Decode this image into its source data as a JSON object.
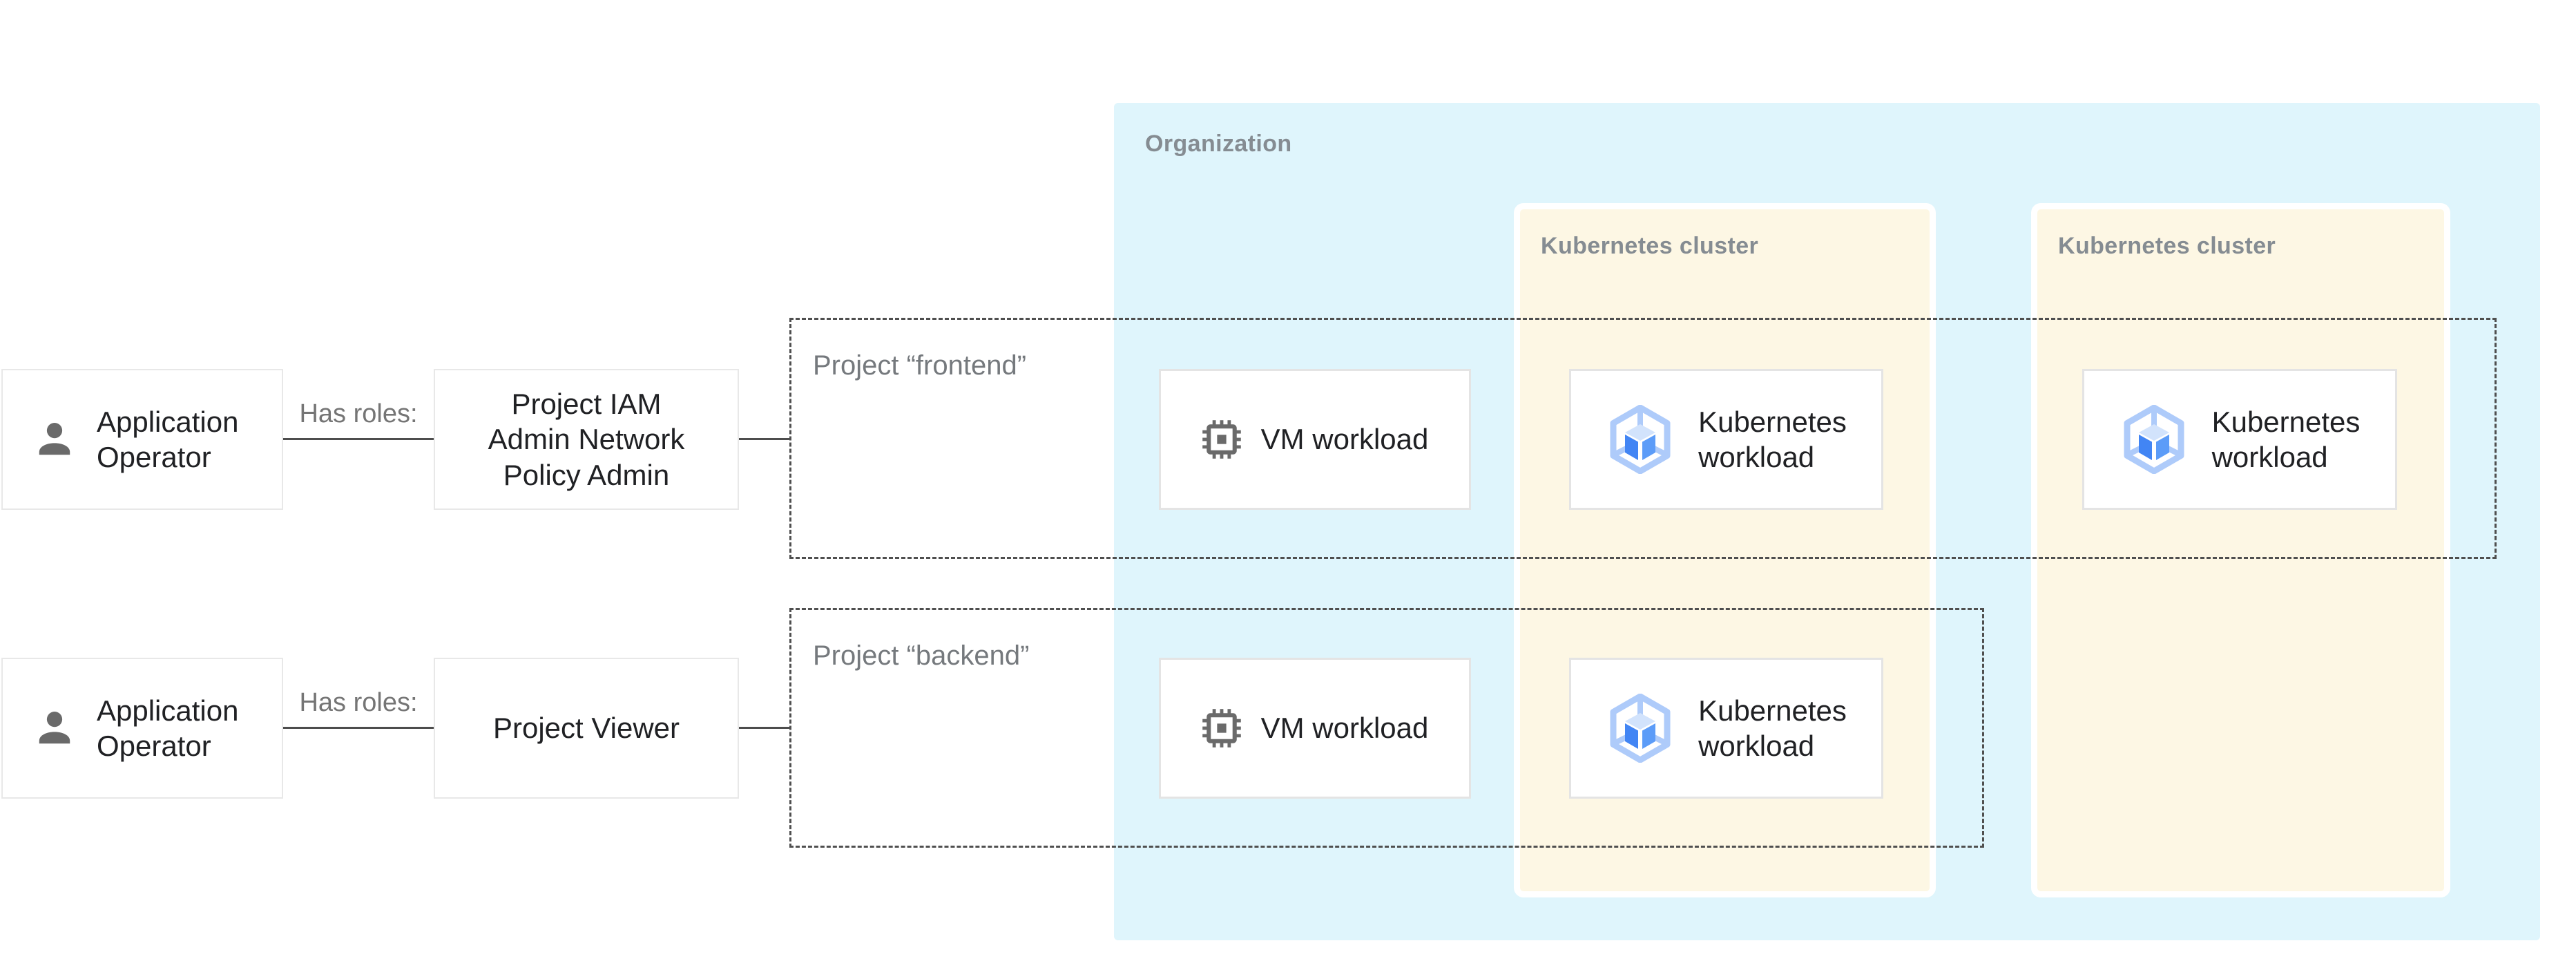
{
  "zones": {
    "organization": {
      "label": "Organization"
    },
    "cluster_left": {
      "label": "Kubernetes cluster"
    },
    "cluster_right": {
      "label": "Kubernetes cluster"
    }
  },
  "projects": {
    "frontend": {
      "label": "Project “frontend”"
    },
    "backend": {
      "label": "Project “backend”"
    }
  },
  "rows": [
    {
      "actor": "Application\nOperator",
      "relation": "Has roles:",
      "role": "Project IAM\nAdmin Network\nPolicy Admin"
    },
    {
      "actor": "Application\nOperator",
      "relation": "Has roles:",
      "role": "Project Viewer"
    }
  ],
  "workloads": {
    "vm": "VM workload",
    "kubernetes": "Kubernetes\nworkload"
  },
  "icons": {
    "person": "person-icon",
    "vm_chip": "vm-chip-icon",
    "gke_hexagon": "kubernetes-hexagon-icon"
  },
  "colors": {
    "organization_bg": "#DFF5FC",
    "cluster_bg": "#FDF7E4",
    "card_border": "#E4E4E4",
    "dashed_border": "#4F4F4F",
    "connector": "#4D4D4D",
    "zone_label": "#858C92",
    "project_label": "#75797D",
    "muted_label": "#757575",
    "text": "#202124",
    "icon_gray": "#6A6A6A",
    "gke_blue_light": "#AECBFA",
    "gke_blue": "#4285F4",
    "gke_blue_mid": "#5C9CF8",
    "gke_blue_pale": "#D2E3FC"
  }
}
